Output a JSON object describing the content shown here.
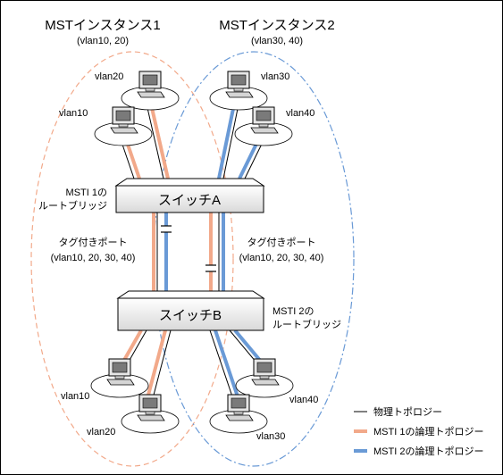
{
  "title_left": "MSTインスタンス1",
  "subtitle_left": "(vlan10, 20)",
  "title_right": "MSTインスタンス2",
  "subtitle_right": "(vlan30, 40)",
  "switch_a": "スイッチA",
  "switch_b": "スイッチB",
  "root_a_line1": "MSTI 1の",
  "root_a_line2": "ルートブリッジ",
  "root_b_line1": "MSTI 2の",
  "root_b_line2": "ルートブリッジ",
  "tag_left_line1": "タグ付きポート",
  "tag_left_line2": "(vlan10, 20, 30, 40)",
  "tag_right_line1": "タグ付きポート",
  "tag_right_line2": "(vlan10, 20, 30, 40)",
  "vlans": {
    "top_v20": "vlan20",
    "top_v10": "vlan10",
    "top_v30": "vlan30",
    "top_v40": "vlan40",
    "bot_v10": "vlan10",
    "bot_v20": "vlan20",
    "bot_v40": "vlan40",
    "bot_v30": "vlan30"
  },
  "legend": {
    "physical": "物理トポロジー",
    "msti1": "MSTI 1の論理トポロジー",
    "msti2": "MSTI 2の論理トポロジー"
  },
  "colors": {
    "msti1": "#f2a98a",
    "msti2": "#6a9ad6",
    "ellipse1": "#f2a98a",
    "ellipse2": "#6a9ad6"
  }
}
